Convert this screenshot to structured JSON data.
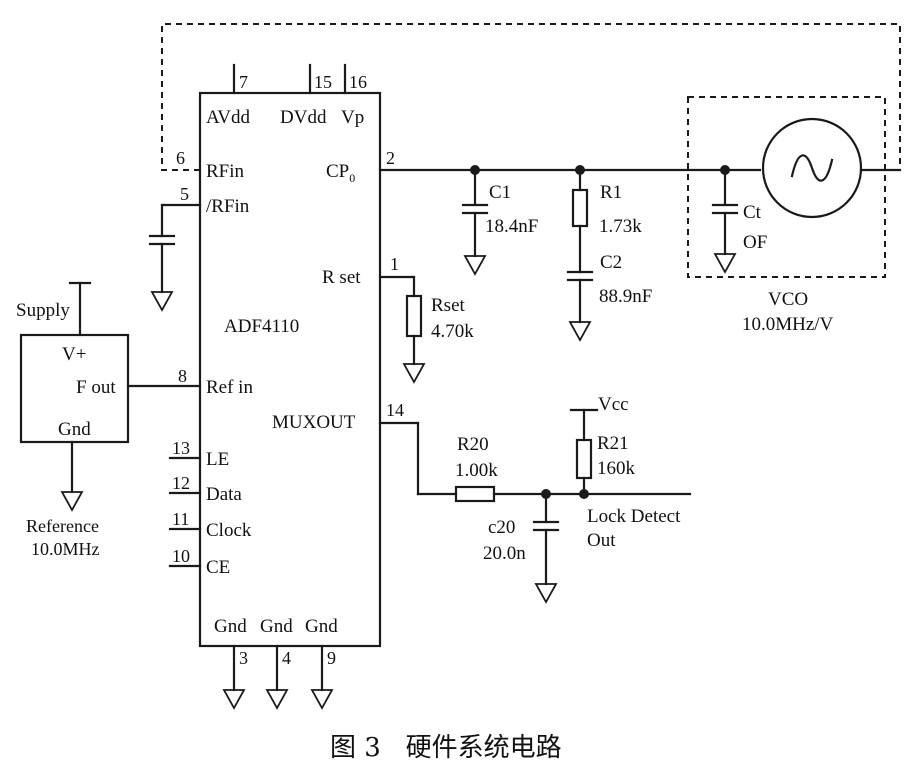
{
  "chip": {
    "name": "ADF4110",
    "top_pins": [
      {
        "num": "7",
        "label": "AVdd"
      },
      {
        "num": "15",
        "label": "DVdd"
      },
      {
        "num": "16",
        "label": "Vp"
      }
    ],
    "left_pins": [
      {
        "num": "6",
        "label": "RFin"
      },
      {
        "num": "5",
        "label": "/RFin"
      },
      {
        "num": "8",
        "label": "Ref in"
      },
      {
        "num": "13",
        "label": "LE"
      },
      {
        "num": "12",
        "label": "Data"
      },
      {
        "num": "11",
        "label": "Clock"
      },
      {
        "num": "10",
        "label": "CE"
      }
    ],
    "right_pins": [
      {
        "num": "2",
        "label": "CP"
      },
      {
        "num": "1",
        "label": "R set"
      },
      {
        "num": "14",
        "label": "MUXOUT"
      }
    ],
    "cp_subscript": "0",
    "bottom_pins": [
      {
        "num": "3",
        "label": "Gnd"
      },
      {
        "num": "4",
        "label": "Gnd"
      },
      {
        "num": "9",
        "label": "Gnd"
      }
    ]
  },
  "reference": {
    "supply": "Supply",
    "vplus": "V+",
    "fout": "F out",
    "gnd": "Gnd",
    "title": "Reference",
    "freq": "10.0MHz"
  },
  "components": {
    "c1": {
      "name": "C1",
      "value": "18.4nF"
    },
    "r1": {
      "name": "R1",
      "value": "1.73k"
    },
    "c2": {
      "name": "C2",
      "value": "88.9nF"
    },
    "ct": {
      "name": "Ct",
      "value": "OF"
    },
    "rset": {
      "name": "Rset",
      "value": "4.70k"
    },
    "r20": {
      "name": "R20",
      "value": "1.00k"
    },
    "r21": {
      "name": "R21",
      "value": "160k"
    },
    "c20": {
      "name": "c20",
      "value": "20.0n"
    },
    "vcc": "Vcc"
  },
  "vco": {
    "name": "VCO",
    "gain": "10.0MHz/V"
  },
  "lock_detect": {
    "line1": "Lock Detect",
    "line2": "Out"
  },
  "caption": "图 3   硬件系统电路"
}
